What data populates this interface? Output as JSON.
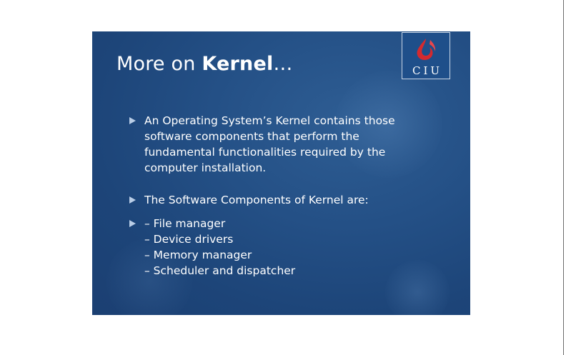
{
  "slide": {
    "title_prefix": "More on ",
    "title_bold": "Kernel",
    "title_suffix": "…",
    "logo_text": "CIU",
    "bullets": [
      {
        "lines": [
          "An Operating System’s Kernel contains those",
          "software components that perform the",
          "fundamental functionalities required by the",
          "computer installation."
        ]
      },
      {
        "lines": [
          "The Software Components of Kernel are:"
        ]
      },
      {
        "lines": [
          "– File manager",
          "– Device drivers",
          "– Memory manager",
          "– Scheduler and dispatcher"
        ]
      }
    ]
  },
  "colors": {
    "slide_background": "#245086",
    "text": "#ffffff",
    "bullet_marker": "#b9cde6",
    "logo_red": "#d42a2f"
  }
}
